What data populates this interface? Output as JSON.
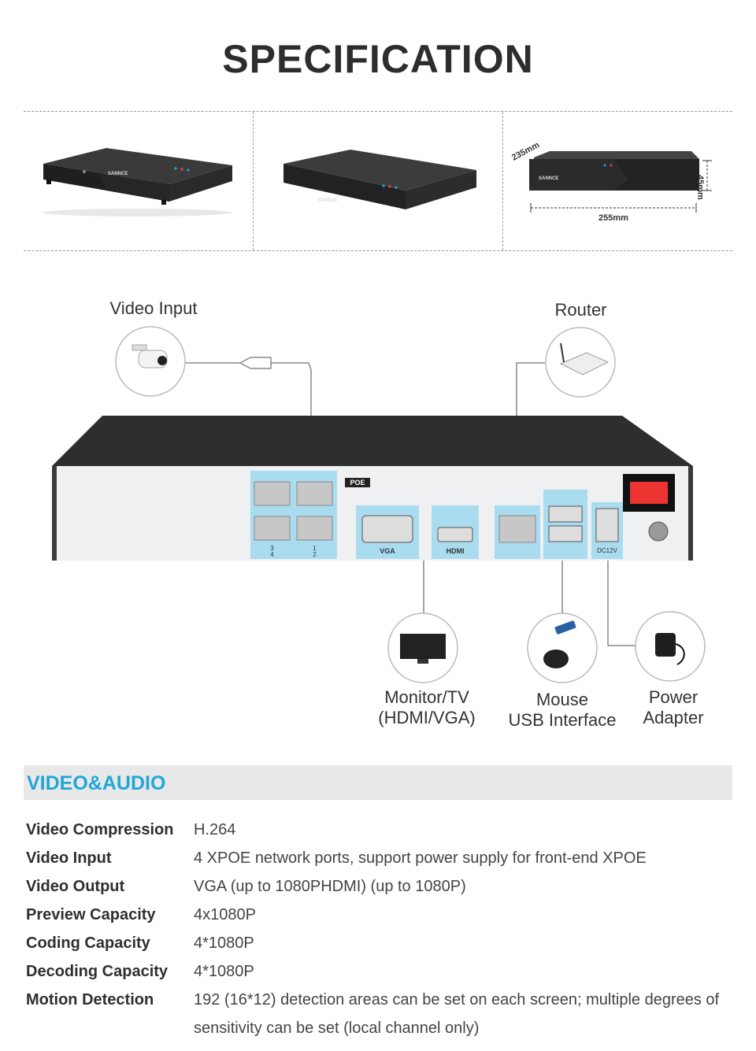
{
  "page": {
    "title": "SPECIFICATION"
  },
  "product_views": {
    "brand": "SANNCE",
    "subtitle": "HD Definition Video Recorder",
    "dimensions": {
      "depth": "235mm",
      "height": "45mm",
      "width": "255mm"
    }
  },
  "diagram": {
    "video_input_label": "Video Input",
    "router_label": "Router",
    "monitor_label": [
      "Monitor/TV",
      "(HDMI/VGA)"
    ],
    "mouse_label": [
      "Mouse",
      "USB Interface"
    ],
    "power_label": [
      "Power",
      "Adapter"
    ],
    "port_labels": {
      "poe": "POE",
      "vga": "VGA",
      "hdmi": "HDMI",
      "dc": "DC12V",
      "poe_ports": [
        "3",
        "1",
        "4",
        "2"
      ]
    }
  },
  "section": {
    "title": "VIDEO&AUDIO"
  },
  "specs": [
    {
      "key": "Video Compression",
      "value": "H.264"
    },
    {
      "key": "Video Input",
      "value": "4 XPOE network ports, support power supply for front-end XPOE"
    },
    {
      "key": "Video Output",
      "value": "VGA (up to 1080PHDMI) (up to 1080P)"
    },
    {
      "key": "Preview Capacity",
      "value": "4x1080P"
    },
    {
      "key": "Coding Capacity",
      "value": "4*1080P"
    },
    {
      "key": "Decoding Capacity",
      "value": "4*1080P"
    },
    {
      "key": "Motion Detection",
      "value": "192 (16*12) detection areas can be set on each screen; multiple degrees of sensitivity can be set (local channel only)"
    }
  ],
  "colors": {
    "accent": "#1ea7d8",
    "highlight": "#aadcf0",
    "chassis": "#2e2e2e"
  }
}
